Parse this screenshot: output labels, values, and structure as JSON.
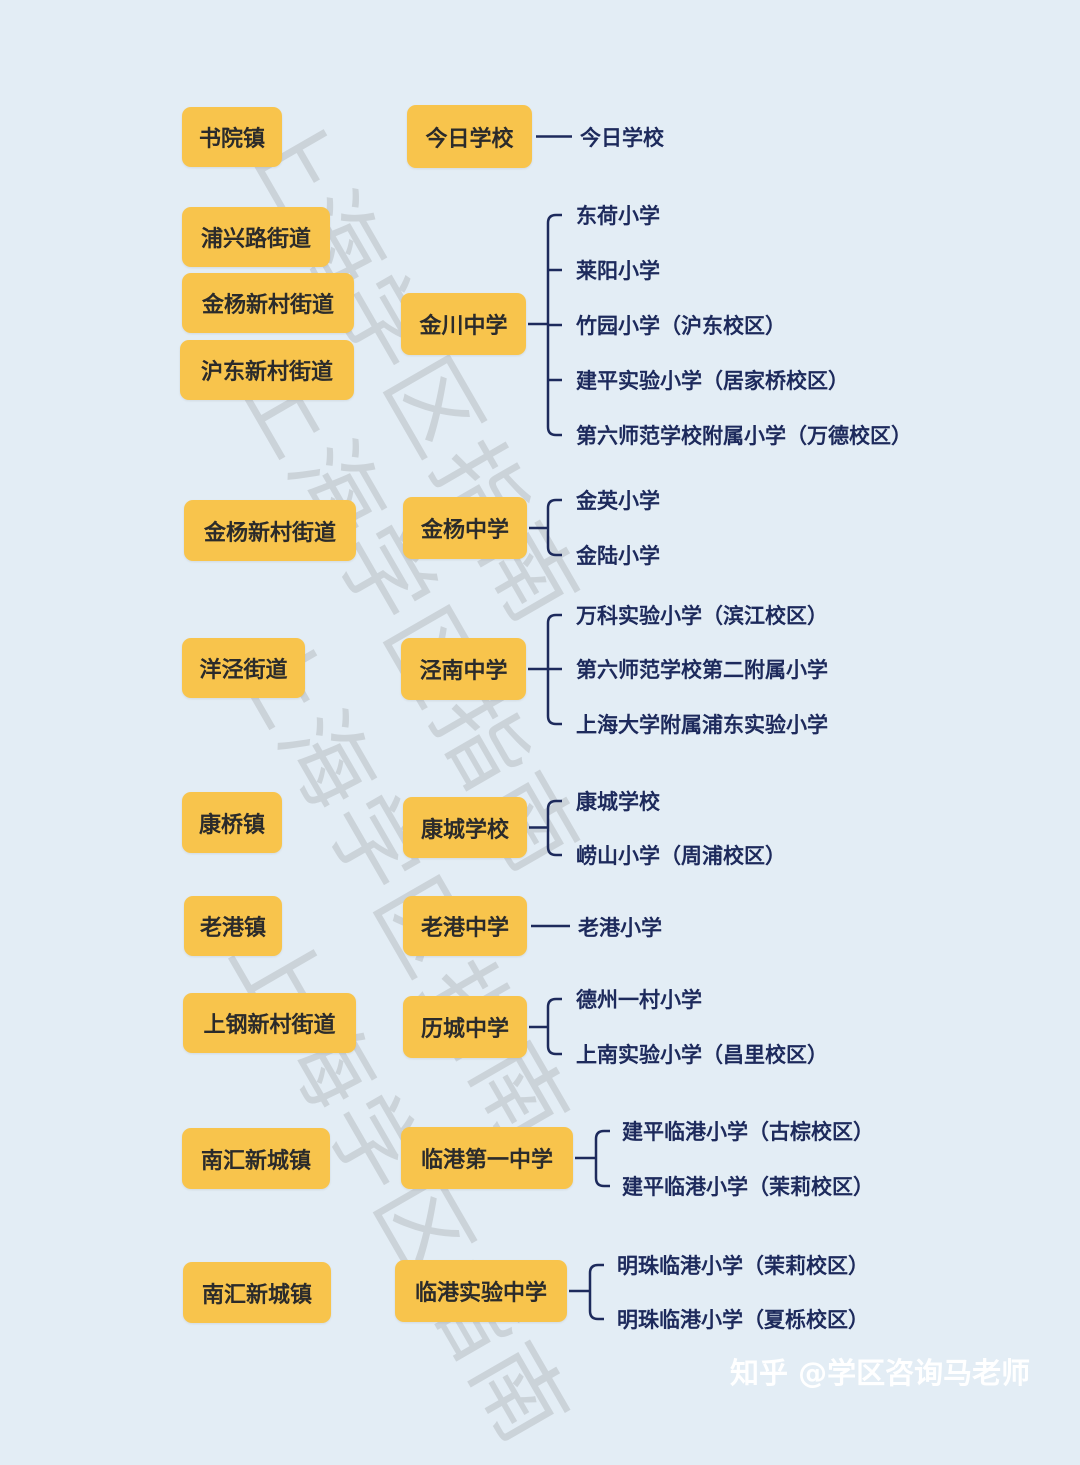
{
  "watermark": "上海学区指南",
  "footer": "知乎 @学区咨询马老师",
  "colors": {
    "box": "#f8c44c",
    "line": "#1d2a5c",
    "background": "#e3edf5"
  },
  "groups": [
    {
      "districts": [
        "书院镇"
      ],
      "middle_school": "今日学校",
      "primary_schools": [
        "今日学校"
      ]
    },
    {
      "districts": [
        "浦兴路街道",
        "金杨新村街道",
        "沪东新村街道"
      ],
      "middle_school": "金川中学",
      "primary_schools": [
        "东荷小学",
        "莱阳小学",
        "竹园小学（沪东校区）",
        "建平实验小学（居家桥校区）",
        "第六师范学校附属小学（万德校区）"
      ]
    },
    {
      "districts": [
        "金杨新村街道"
      ],
      "middle_school": "金杨中学",
      "primary_schools": [
        "金英小学",
        "金陆小学"
      ]
    },
    {
      "districts": [
        "洋泾街道"
      ],
      "middle_school": "泾南中学",
      "primary_schools": [
        "万科实验小学（滨江校区）",
        "第六师范学校第二附属小学",
        "上海大学附属浦东实验小学"
      ]
    },
    {
      "districts": [
        "康桥镇"
      ],
      "middle_school": "康城学校",
      "primary_schools": [
        "康城学校",
        "崂山小学（周浦校区）"
      ]
    },
    {
      "districts": [
        "老港镇"
      ],
      "middle_school": "老港中学",
      "primary_schools": [
        "老港小学"
      ]
    },
    {
      "districts": [
        "上钢新村街道"
      ],
      "middle_school": "历城中学",
      "primary_schools": [
        "德州一村小学",
        "上南实验小学（昌里校区）"
      ]
    },
    {
      "districts": [
        "南汇新城镇"
      ],
      "middle_school": "临港第一中学",
      "primary_schools": [
        "建平临港小学（古棕校区）",
        "建平临港小学（茉莉校区）"
      ]
    },
    {
      "districts": [
        "南汇新城镇"
      ],
      "middle_school": "临港实验中学",
      "primary_schools": [
        "明珠临港小学（茉莉校区）",
        "明珠临港小学（夏栎校区）"
      ]
    }
  ]
}
